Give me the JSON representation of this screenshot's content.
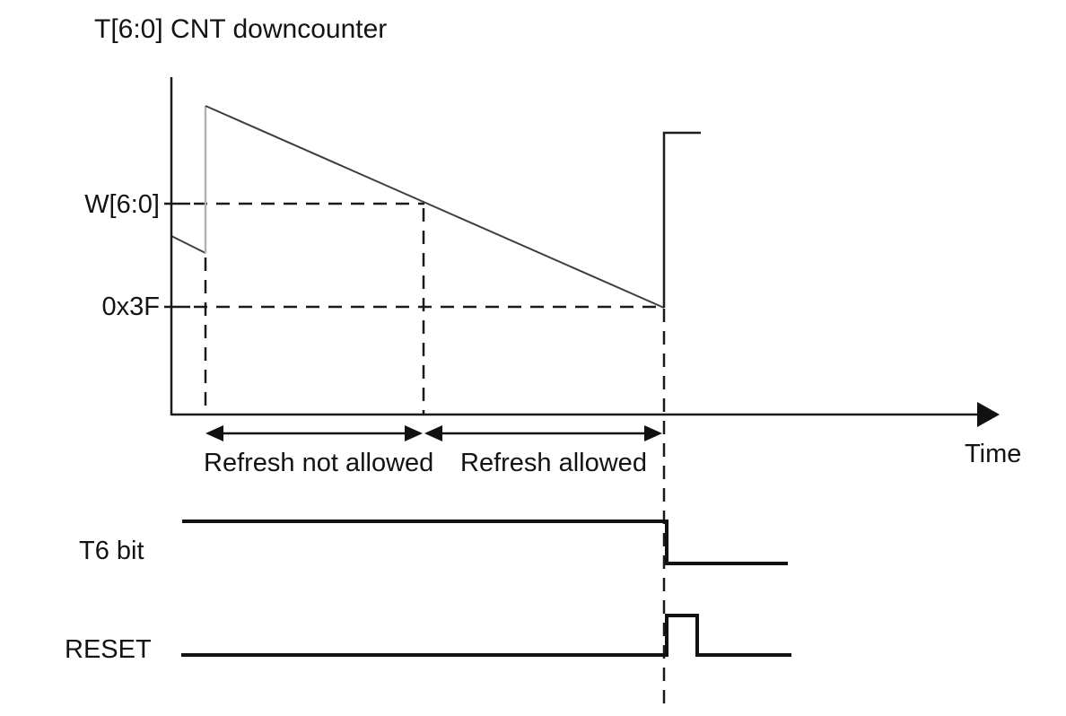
{
  "title": "T[6:0] CNT downcounter",
  "axes": {
    "x_label": "Time",
    "y_tick_labels": {
      "upper": "W[6:0]",
      "lower": "0x3F"
    }
  },
  "regions": {
    "refresh_not_allowed": "Refresh not allowed",
    "refresh_allowed": "Refresh allowed"
  },
  "signals": {
    "t6_bit": "T6 bit",
    "reset": "RESET"
  },
  "colors": {
    "background": "#ffffff",
    "ink": "#1a1a1a",
    "counter_trace": "#3f3f3f",
    "counter_reload_jump": "#b3b3b3",
    "text": "#131316"
  }
}
